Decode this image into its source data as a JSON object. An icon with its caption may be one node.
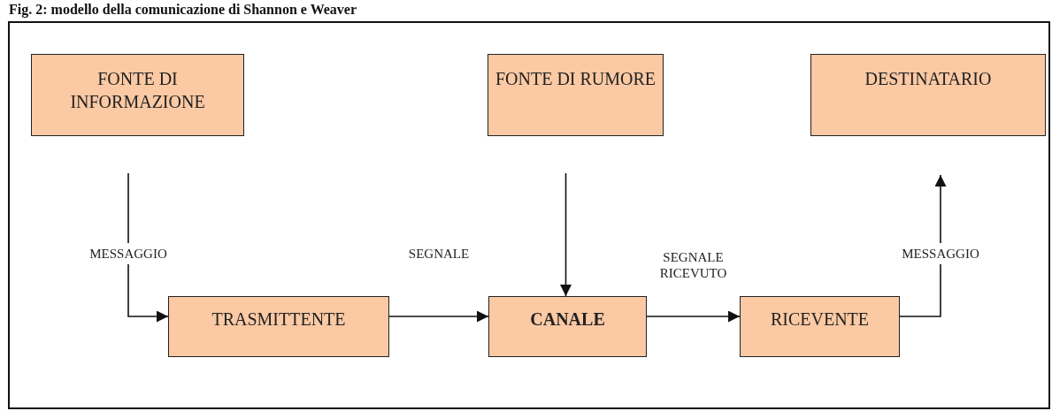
{
  "diagram": {
    "title": "Fig. 2: modello della comunicazione di Shannon e Weaver",
    "nodes": [
      {
        "text": [
          "FONTE DI INFORMAZIONE"
        ]
      },
      {
        "text": [
          "FONTE DI RUMORE"
        ]
      },
      {
        "text": [
          "DESTINATARIO"
        ]
      },
      {
        "text": [
          "TRASMITTENTE"
        ]
      },
      {
        "text": [
          "CANALE"
        ]
      },
      {
        "text": [
          "RICEVENTE"
        ]
      }
    ],
    "edges": [
      {
        "from": 0,
        "to": 3,
        "arrow": "to",
        "label": "MESSAGGIO"
      },
      {
        "from": 1,
        "to": 4,
        "arrow": "to"
      },
      {
        "from": 3,
        "to": 4,
        "arrow": "to",
        "label": "SEGNALE"
      },
      {
        "from": 4,
        "to": 5,
        "arrow": "to",
        "label": "SEGNALE RICEVUTO"
      },
      {
        "from": 5,
        "to": 2,
        "arrow": "to",
        "label": "MESSAGGIO"
      }
    ]
  }
}
